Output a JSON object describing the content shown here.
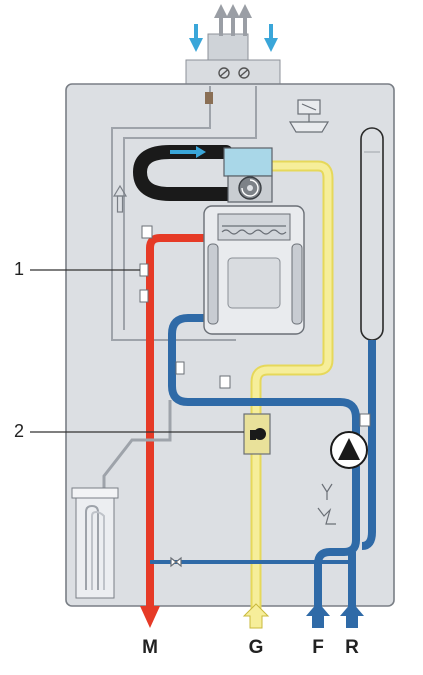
{
  "callouts": [
    {
      "number": "1"
    },
    {
      "number": "2"
    }
  ],
  "pipe_connections": [
    {
      "label": "M"
    },
    {
      "label": "G"
    },
    {
      "label": "F"
    },
    {
      "label": "R"
    }
  ],
  "colors": {
    "casing": "#dcdfe3",
    "casing_border": "#7a7f86",
    "heating_flow": "#e63a26",
    "gas": "#f6ee9a",
    "return_cold": "#2f6aa7",
    "flue": "#c8ccd2",
    "burner_head": "#a9d7e8",
    "fan": "#7d8288",
    "inlet_air_arrow": "#3aa6d9"
  }
}
